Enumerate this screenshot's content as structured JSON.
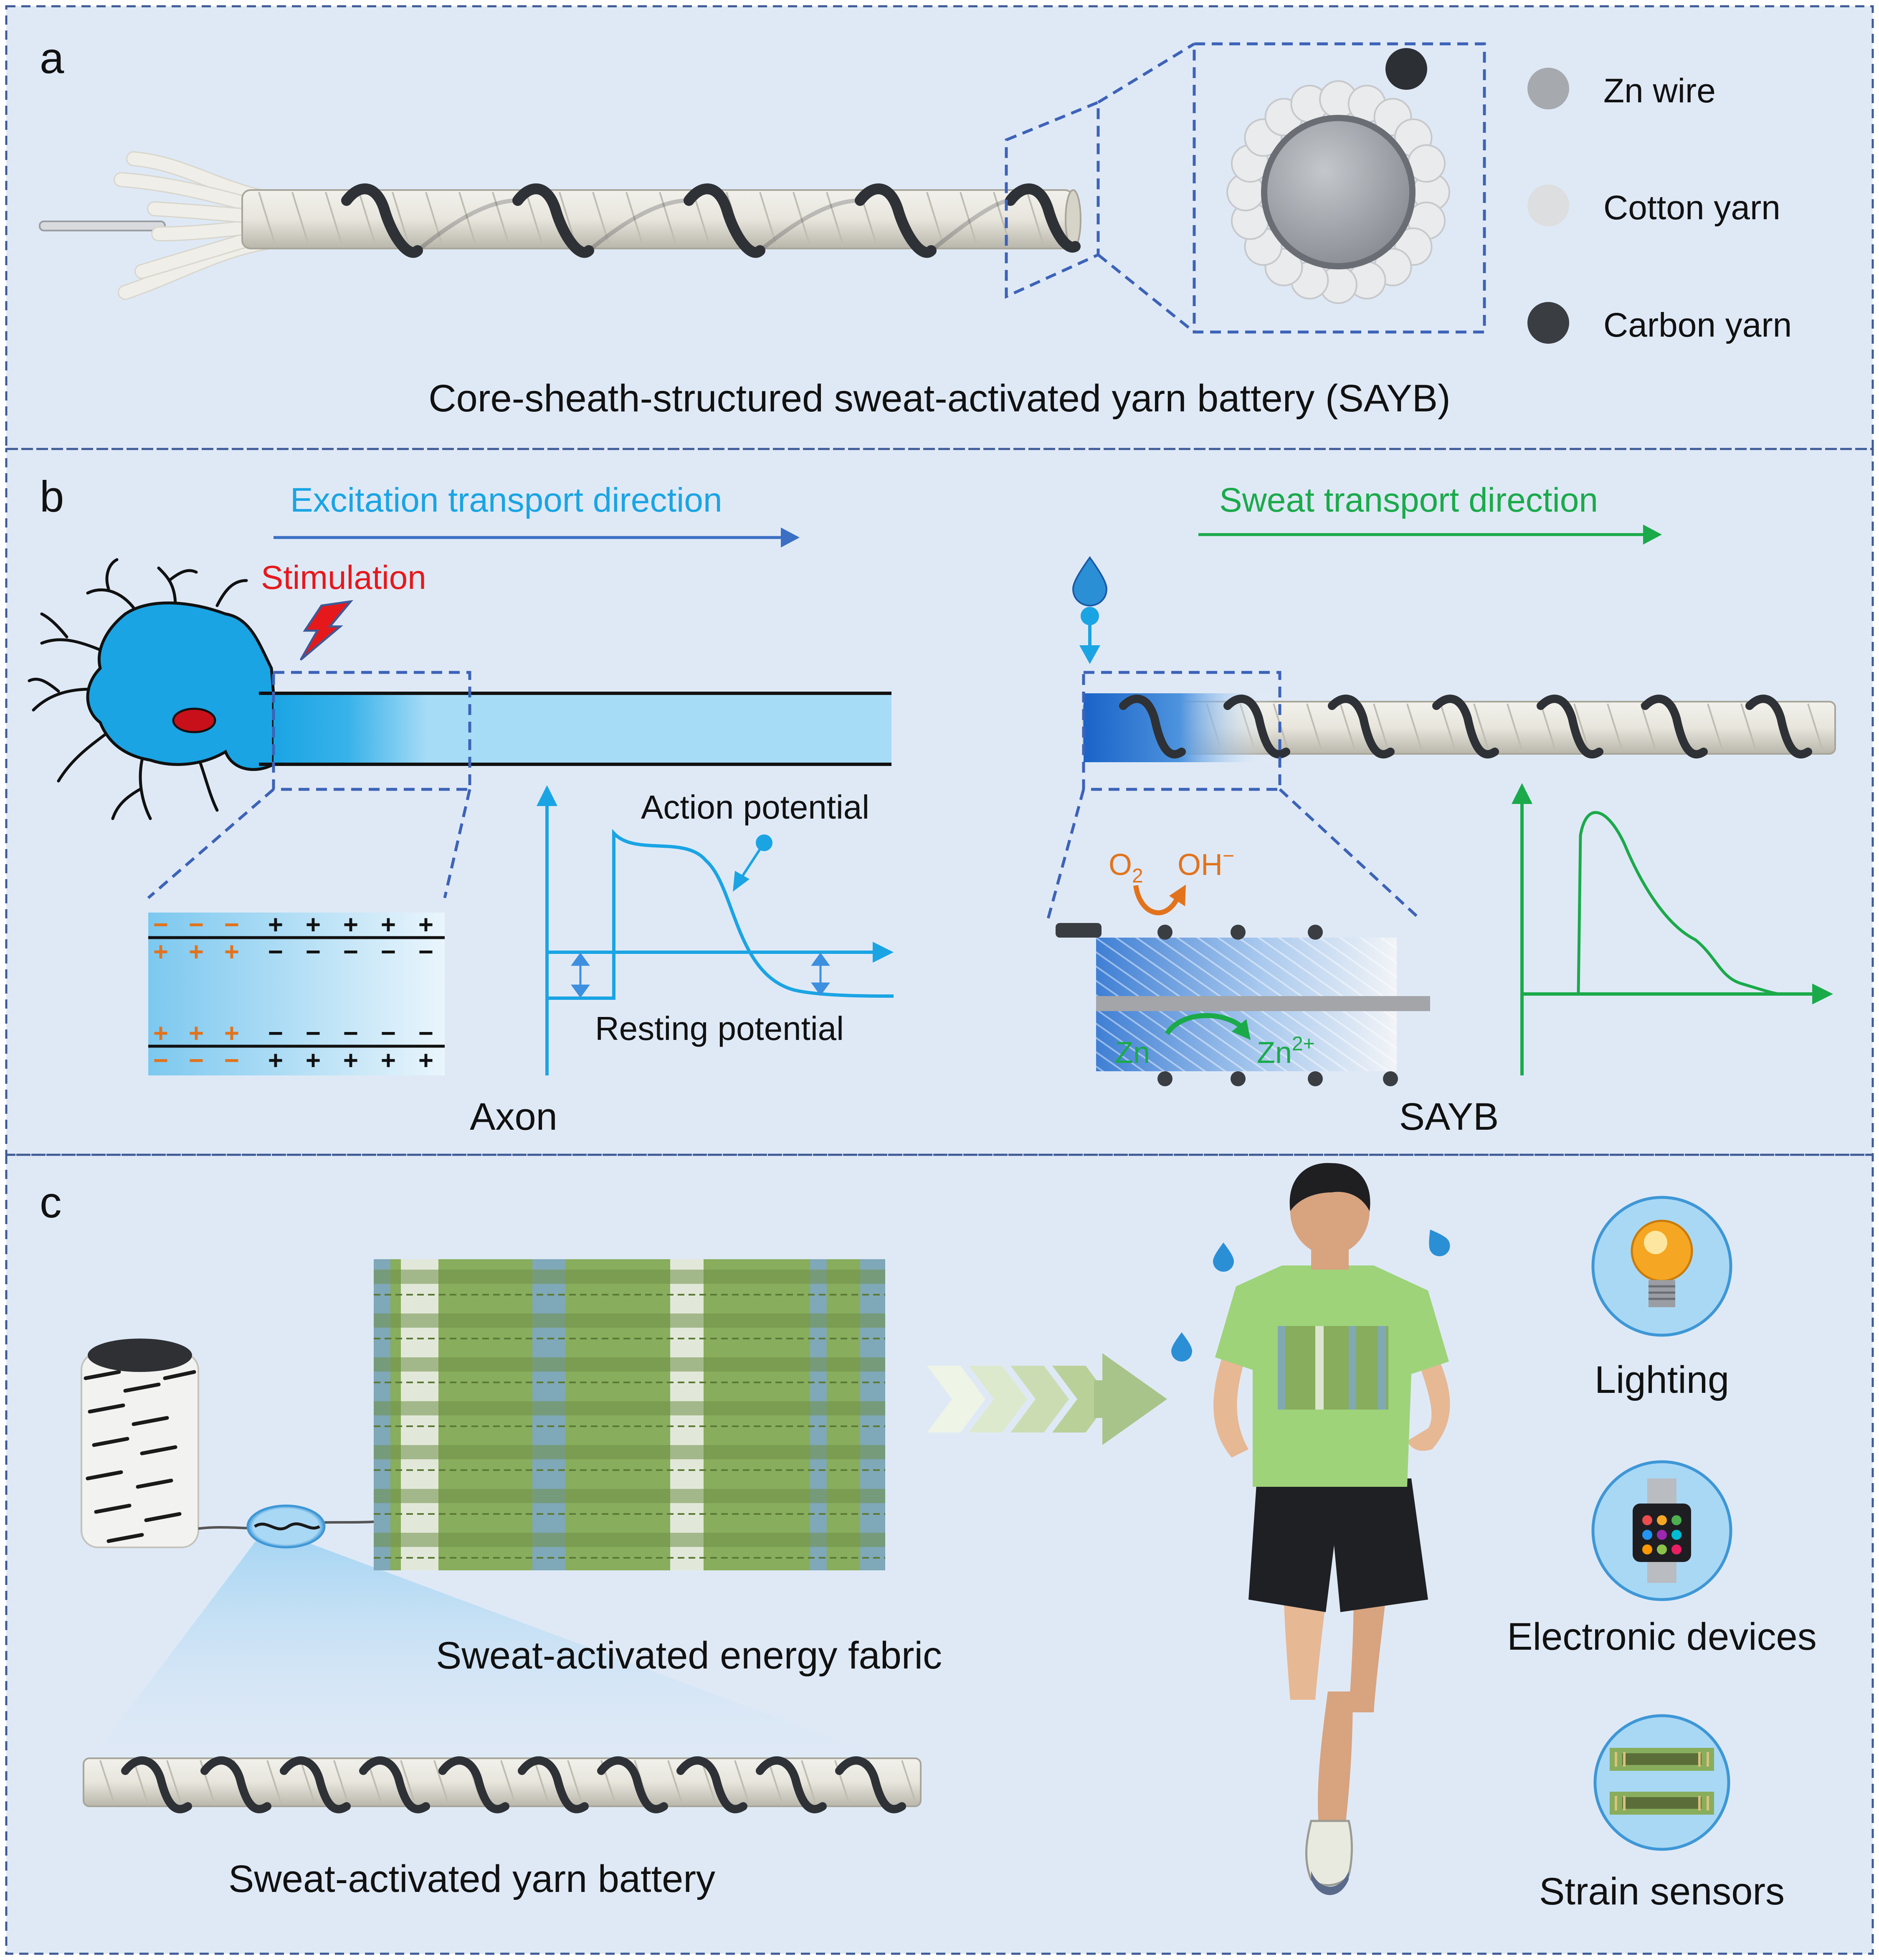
{
  "panels": {
    "a": {
      "letter": "a",
      "caption": "Core-sheath-structured sweat-activated yarn battery (SAYB)",
      "legend": [
        {
          "label": "Zn wire",
          "color": "#a6a9ae"
        },
        {
          "label": "Cotton yarn",
          "color": "#dcdedf"
        },
        {
          "label": "Carbon yarn",
          "color": "#3a3d42"
        }
      ]
    },
    "b": {
      "letter": "b",
      "excitation_label": "Excitation transport direction",
      "sweat_label": "Sweat transport direction",
      "stimulation_label": "Stimulation",
      "action_potential_label": "Action potential",
      "resting_potential_label": "Resting potential",
      "axon_label": "Axon",
      "sayb_label": "SAYB",
      "o2_base": "O",
      "o2_sub": "2",
      "oh_base": "OH",
      "oh_sup": "−",
      "zn_label": "Zn",
      "zn2_base": "Zn",
      "zn2_sup": "2+",
      "charges": {
        "plus": "+",
        "minus": "−"
      }
    },
    "c": {
      "letter": "c",
      "fabric_label": "Sweat-activated energy fabric",
      "yarn_label": "Sweat-activated yarn battery",
      "applications": [
        {
          "label": "Lighting",
          "icon": "light-bulb-icon"
        },
        {
          "label": "Electronic devices",
          "icon": "smartwatch-icon"
        },
        {
          "label": "Strain sensors",
          "icon": "strain-sensor-icon"
        }
      ]
    }
  },
  "colors": {
    "panel_bg": "#dfe9f6",
    "dash_border": "#3d5a96",
    "cyan": "#1aa4e4",
    "cyan_light": "#a7dcf6",
    "blue_arrow": "#3b6fc4",
    "green": "#1aaa4a",
    "red": "#e5191c",
    "orange": "#e2731c",
    "fabric_green": "#88ad5c",
    "fabric_blue": "#7ea7c8"
  }
}
